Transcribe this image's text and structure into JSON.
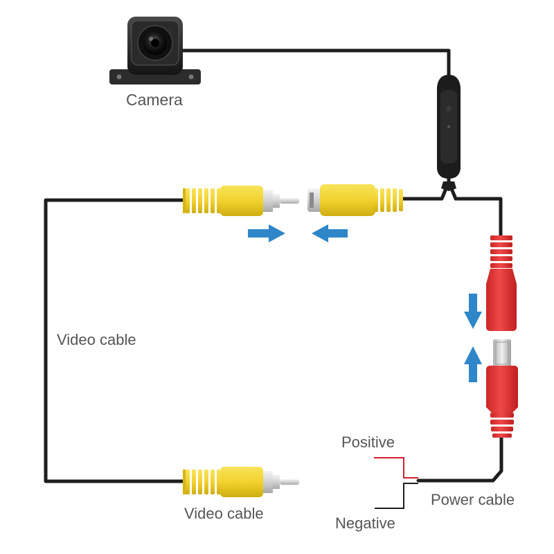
{
  "labels": {
    "camera": "Camera",
    "video_cable_left": "Video cable",
    "video_cable_bottom": "Video cable",
    "positive": "Positive",
    "negative": "Negative",
    "power_cable": "Power cable"
  },
  "colors": {
    "cable": "#1e1e1e",
    "rca_yellow": "#f2d22e",
    "rca_yellow_dark": "#c9a90c",
    "dc_red": "#e23a3a",
    "dc_red_dark": "#b21f1f",
    "metal": "#d8d8d8",
    "arrow_blue": "#2f86c8",
    "positive_wire": "#d21f2f",
    "negative_wire": "#1e1e1e",
    "label_text": "#555555"
  },
  "icons": {
    "camera": "camera-icon",
    "arrow": "arrow-icon"
  }
}
